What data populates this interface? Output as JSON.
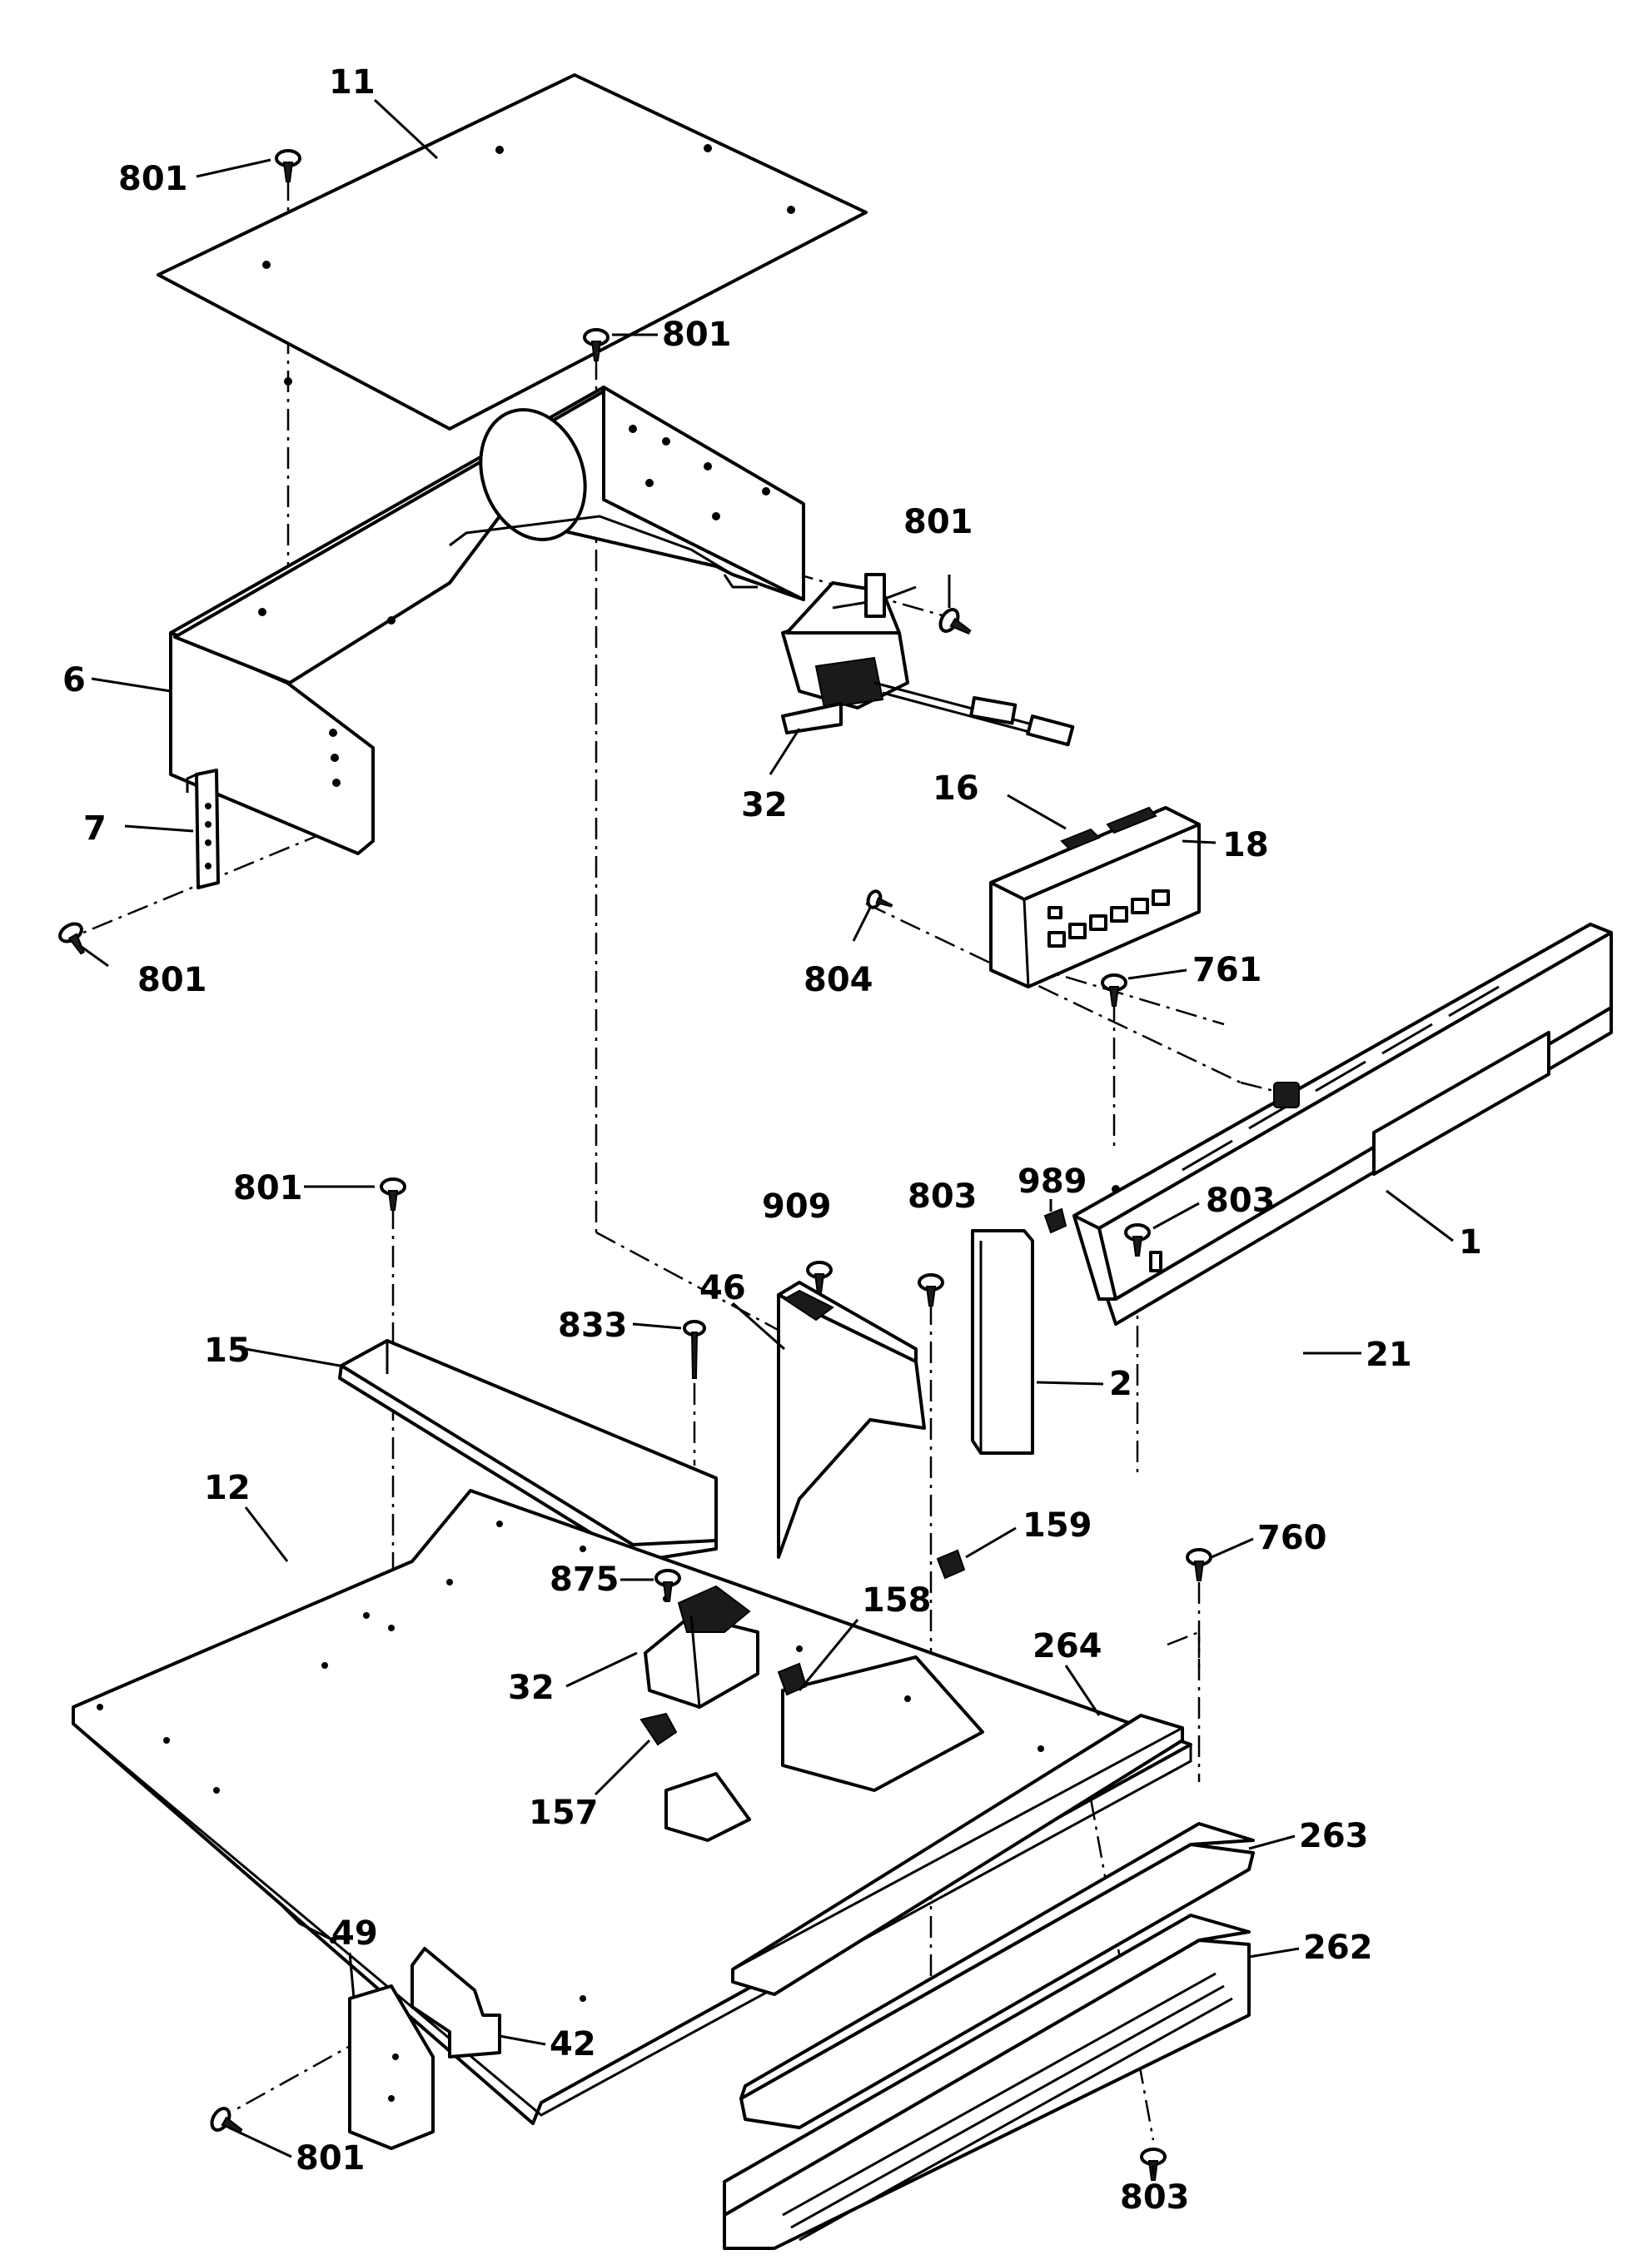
{
  "diagram": {
    "labels": [
      {
        "id": "l11",
        "text": "11"
      },
      {
        "id": "l801a",
        "text": "801"
      },
      {
        "id": "l801b",
        "text": "801"
      },
      {
        "id": "l801c",
        "text": "801"
      },
      {
        "id": "l6",
        "text": "6"
      },
      {
        "id": "l7",
        "text": "7"
      },
      {
        "id": "l801d",
        "text": "801"
      },
      {
        "id": "l32a",
        "text": "32"
      },
      {
        "id": "l16",
        "text": "16"
      },
      {
        "id": "l18",
        "text": "18"
      },
      {
        "id": "l804",
        "text": "804"
      },
      {
        "id": "l761",
        "text": "761"
      },
      {
        "id": "l989",
        "text": "989"
      },
      {
        "id": "l1",
        "text": "1"
      },
      {
        "id": "l21",
        "text": "21"
      },
      {
        "id": "l909",
        "text": "909"
      },
      {
        "id": "l803a",
        "text": "803"
      },
      {
        "id": "l801e",
        "text": "801"
      },
      {
        "id": "l15",
        "text": "15"
      },
      {
        "id": "l833",
        "text": "833"
      },
      {
        "id": "l46",
        "text": "46"
      },
      {
        "id": "l2",
        "text": "2"
      },
      {
        "id": "l803b",
        "text": "803"
      },
      {
        "id": "l12",
        "text": "12"
      },
      {
        "id": "l159",
        "text": "159"
      },
      {
        "id": "l760",
        "text": "760"
      },
      {
        "id": "l875",
        "text": "875"
      },
      {
        "id": "l158",
        "text": "158"
      },
      {
        "id": "l264",
        "text": "264"
      },
      {
        "id": "l32b",
        "text": "32"
      },
      {
        "id": "l263",
        "text": "263"
      },
      {
        "id": "l157",
        "text": "157"
      },
      {
        "id": "l262",
        "text": "262"
      },
      {
        "id": "l49",
        "text": "49"
      },
      {
        "id": "l42",
        "text": "42"
      },
      {
        "id": "l801f",
        "text": "801"
      },
      {
        "id": "l803c",
        "text": "803"
      }
    ]
  }
}
